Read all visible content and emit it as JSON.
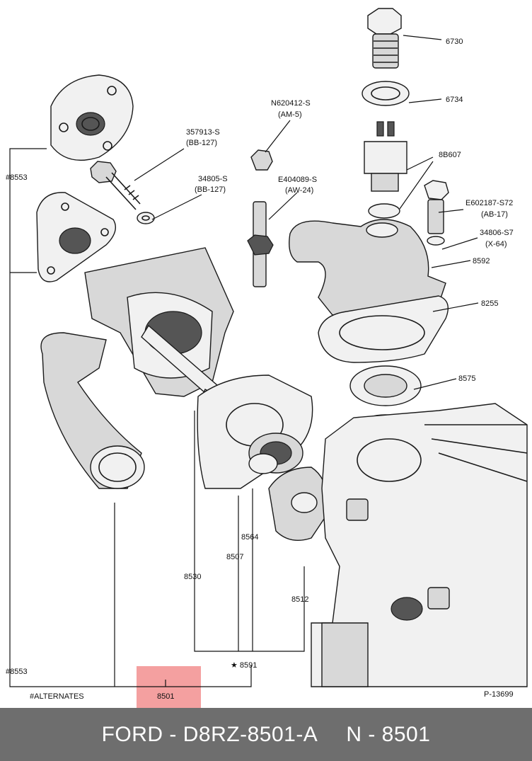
{
  "callouts": {
    "c6730": "6730",
    "c6734": "6734",
    "n620412": "N620412-S",
    "am5": "(AM-5)",
    "c357913": "357913-S",
    "bb127a": "(BB-127)",
    "c34805": "34805-S",
    "bb127b": "(BB-127)",
    "c8b607": "8B607",
    "e404089": "E404089-S",
    "aw24": "(AW-24)",
    "e602187": "E602187-S72",
    "ab17": "(AB-17)",
    "c34806": "34806-S7",
    "x64": "(X-64)",
    "c8592": "8592",
    "c8255": "8255",
    "c8553_top": "#8553",
    "c8575": "8575",
    "c8564": "8564",
    "c8507": "8507",
    "c8530": "8530",
    "c8512": "8512",
    "c8591": "★ 8591",
    "c8553_bottom": "#8553",
    "alternates": "#ALTERNATES",
    "c8501": "8501",
    "p13699": "P-13699"
  },
  "footer": {
    "left": "FORD - D8RZ-8501-A",
    "right": "N - 8501"
  },
  "colors": {
    "highlight": "#f4a0a0",
    "footer_bg": "#6e6e6e"
  }
}
